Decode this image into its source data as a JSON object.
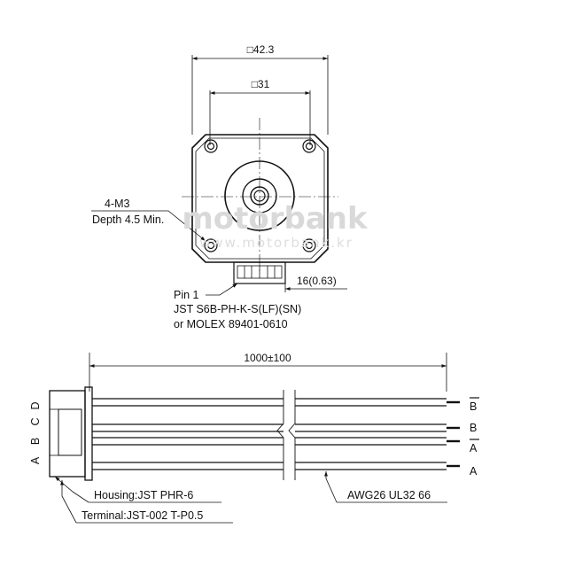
{
  "motor": {
    "outer_dim": "□42.3",
    "bolt_dim": "□31",
    "mount_hole_count_label": "4-M3",
    "mount_hole_depth_label": "Depth 4.5 Min.",
    "connector_offset_dim": "16(0.63)",
    "pin1_label": "Pin 1",
    "connector_part_1": "JST S6B-PH-K-S(LF)(SN)",
    "connector_part_2": "or MOLEX 89401-0610"
  },
  "watermark": {
    "brand": "motorbank",
    "url": "www.motorbank.kr"
  },
  "cable": {
    "length_dim": "1000±100",
    "housing_label": "Housing:JST PHR-6",
    "terminal_label": "Terminal:JST-002 T-P0.5",
    "wire_label": "AWG26 UL32 66",
    "housing_pins": [
      "D",
      "C",
      "B",
      "A"
    ],
    "wire_ends": [
      {
        "name": "B",
        "overline": true
      },
      {
        "name": "B",
        "overline": false
      },
      {
        "name": "A",
        "overline": true
      },
      {
        "name": "A",
        "overline": false
      }
    ]
  }
}
